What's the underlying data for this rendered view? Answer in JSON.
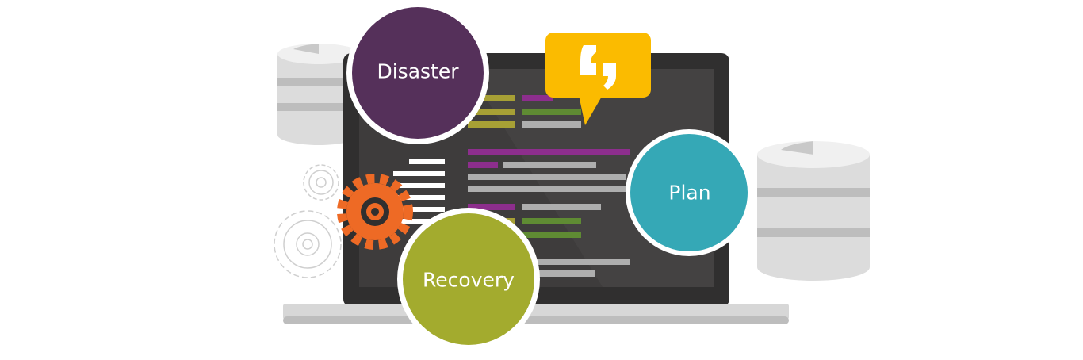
{
  "illustration": {
    "labels": {
      "disaster": "Disaster",
      "plan": "Plan",
      "recovery": "Recovery"
    },
    "icons": {
      "quote": "quote-icon",
      "gear": "gear-icon",
      "database": "database-icon",
      "laptop": "laptop-icon"
    },
    "colors": {
      "disaster": "#55305a",
      "plan": "#35a8b6",
      "recovery": "#a3ab2e",
      "quote": "#fbbb00",
      "gear": "#ee6a25",
      "screen": "#3e3c3c",
      "laptop_frame": "#302f2f",
      "laptop_base": "#d7d7d7",
      "code_magenta": "#8d2e8d",
      "code_green": "#5f8b33",
      "code_olive": "#a7a035",
      "code_gray": "#aeaeae"
    }
  }
}
